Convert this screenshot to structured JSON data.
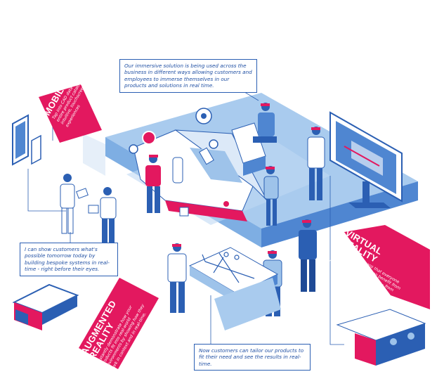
{
  "callouts": {
    "top": "Our immersive solution is being used across the business in different ways allowing customers and employees to immerse themselves in our products and solutions in real time.",
    "left": "I can show customers what's possible tomorrow today by building bespoke systems in real-time - right before their eyes.",
    "bottom": "Now customers can tailor our products to fit their need and see the results in real-time."
  },
  "banners": {
    "mobile": {
      "title": "MOBILE APPS",
      "body": "Tap into CAD data and turn entire product catalogues into intuitive, touchscreen experiences"
    },
    "ar": {
      "title_line1": "AUGMENTED",
      "title_line2": "REALITY",
      "body": "Instantly demonstrate how your products fit into real-world environments by showing how they work in context and in real-time."
    },
    "vr": {
      "title": "VIRTUAL REALITY",
      "body": "Sharing data means that everyone across the business can benefit from a single immersive solution – from marketing to training."
    }
  },
  "colors": {
    "primary_blue": "#2b5fb3",
    "light_blue": "#9ec3ea",
    "pale_blue": "#d3e5f7",
    "magenta": "#e3185f",
    "white": "#ffffff"
  }
}
